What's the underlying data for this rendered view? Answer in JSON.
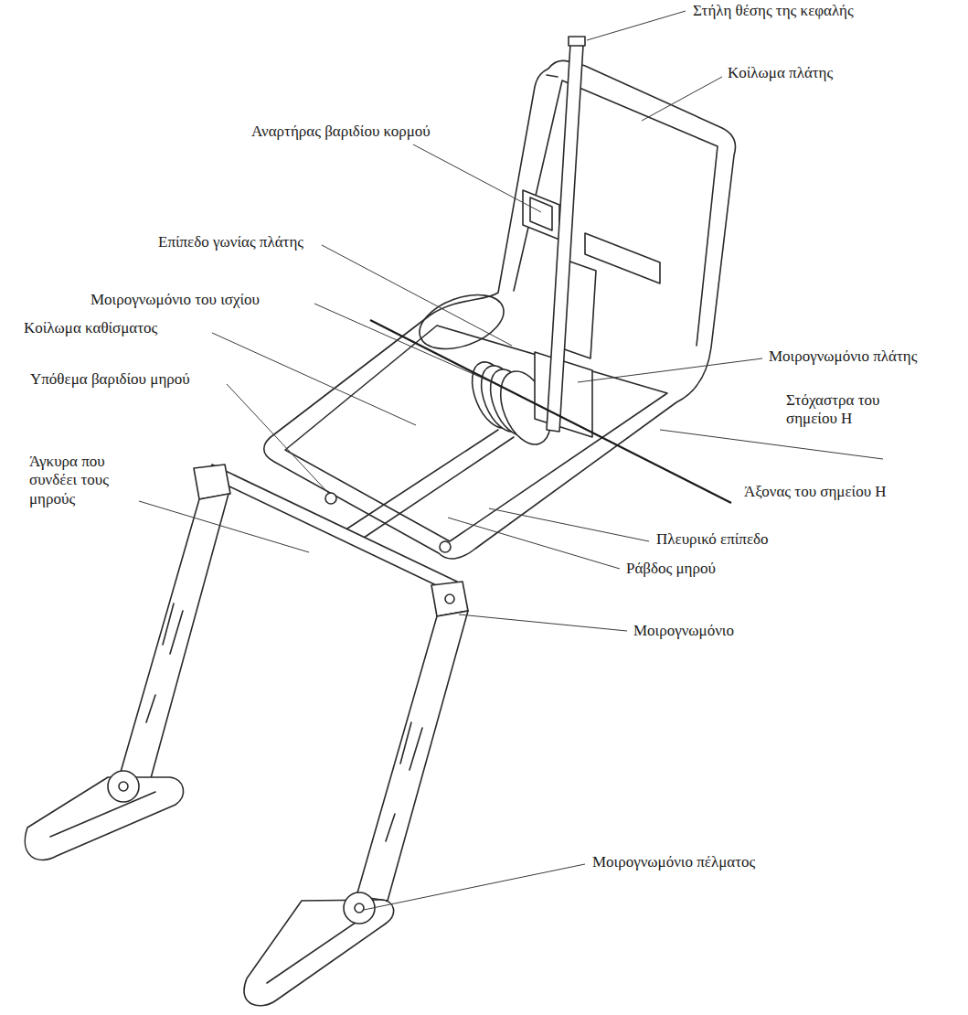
{
  "diagram": {
    "labels": [
      "Στήλη θέσης της κεφαλής",
      "Κοίλωμα πλάτης",
      "Αναρτήρας βαριδίου κορμού",
      "Επίπεδο γωνίας πλάτης",
      "Μοιρογνωμόνιο του ισχίου",
      "Κοίλωμα καθίσματος",
      "Μοιρογνωμόνιο πλάτης",
      "Υπόθεμα βαριδίου μηρού",
      "Στόχαστρα του σημείου Η",
      "Άγκυρα που συνδέει τους μηρούς",
      "Άξονας του σημείου Η",
      "Πλευρικό επίπεδο",
      "Ράβδος μηρού",
      "Μοιρογνωμόνιο",
      "Μοιρογνωμόνιο πέλματος"
    ]
  }
}
